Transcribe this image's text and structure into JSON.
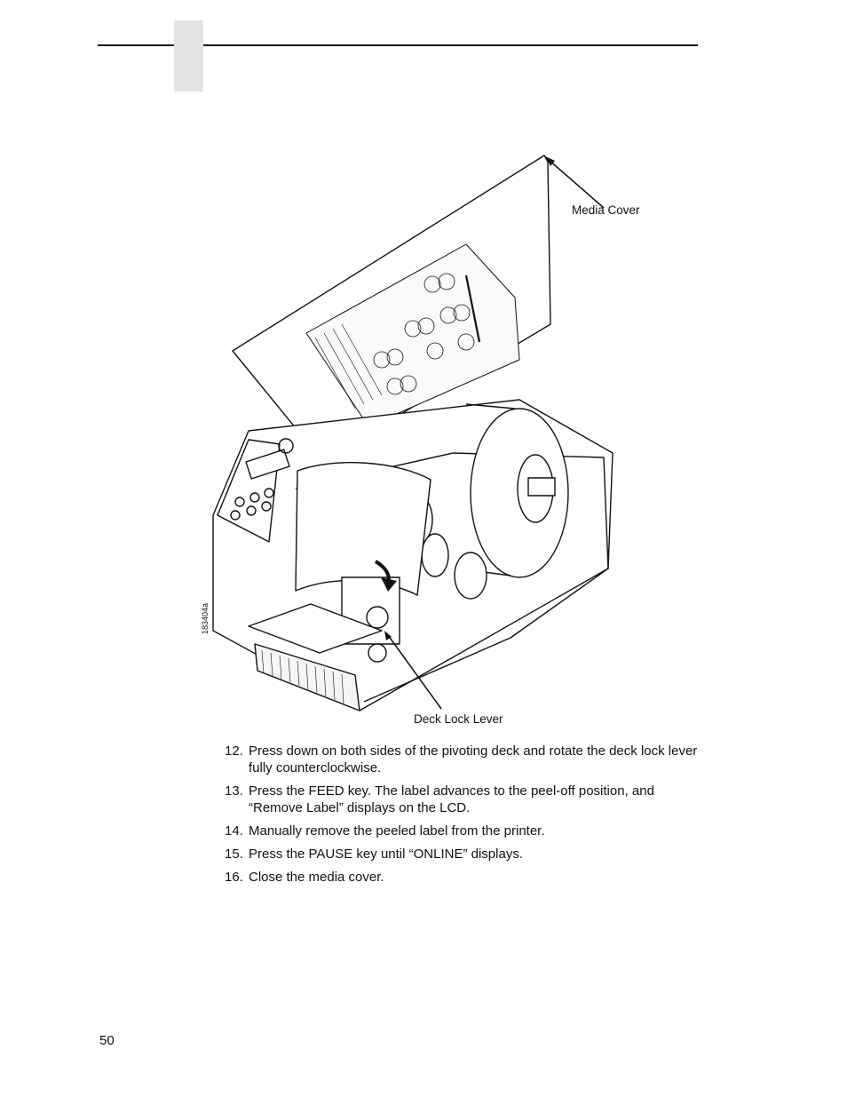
{
  "callouts": {
    "media_cover": "Media Cover",
    "deck_lock_lever": "Deck Lock Lever"
  },
  "figure_id": "183404a",
  "steps": [
    {
      "num": "12.",
      "text": "Press down on both sides of the pivoting deck and rotate the deck lock lever fully counterclockwise."
    },
    {
      "num": "13.",
      "text": "Press the FEED key. The label advances to the peel-off position, and “Remove Label” displays on the LCD."
    },
    {
      "num": "14.",
      "text": "Manually remove the peeled label from the printer."
    },
    {
      "num": "15.",
      "text": "Press the PAUSE key until “ONLINE” displays."
    },
    {
      "num": "16.",
      "text": "Close the media cover."
    }
  ],
  "page_number": "50"
}
